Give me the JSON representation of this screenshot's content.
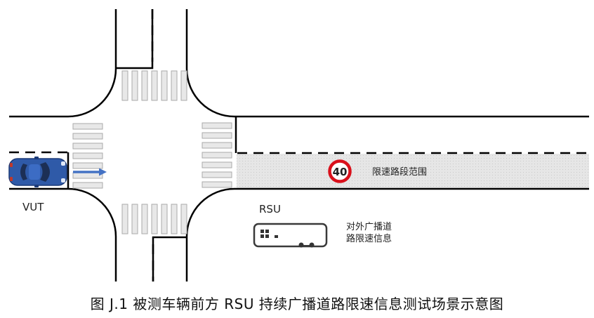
{
  "labels": {
    "vehicle": "VUT",
    "rsu": "RSU",
    "speed_sign": "40",
    "zone": "限速路段范围",
    "broadcast_line1": "对外广播道",
    "broadcast_line2": "路限速信息"
  },
  "caption": "图 J.1 被测车辆前方 RSU 持续广播道路限速信息测试场景示意图",
  "colors": {
    "car_body": "#2f5aa8",
    "arrow": "#4472c4",
    "sign_ring": "#d9101b",
    "zone_fill": "#e4e4e4",
    "crosswalk": "#e6e6e6"
  }
}
